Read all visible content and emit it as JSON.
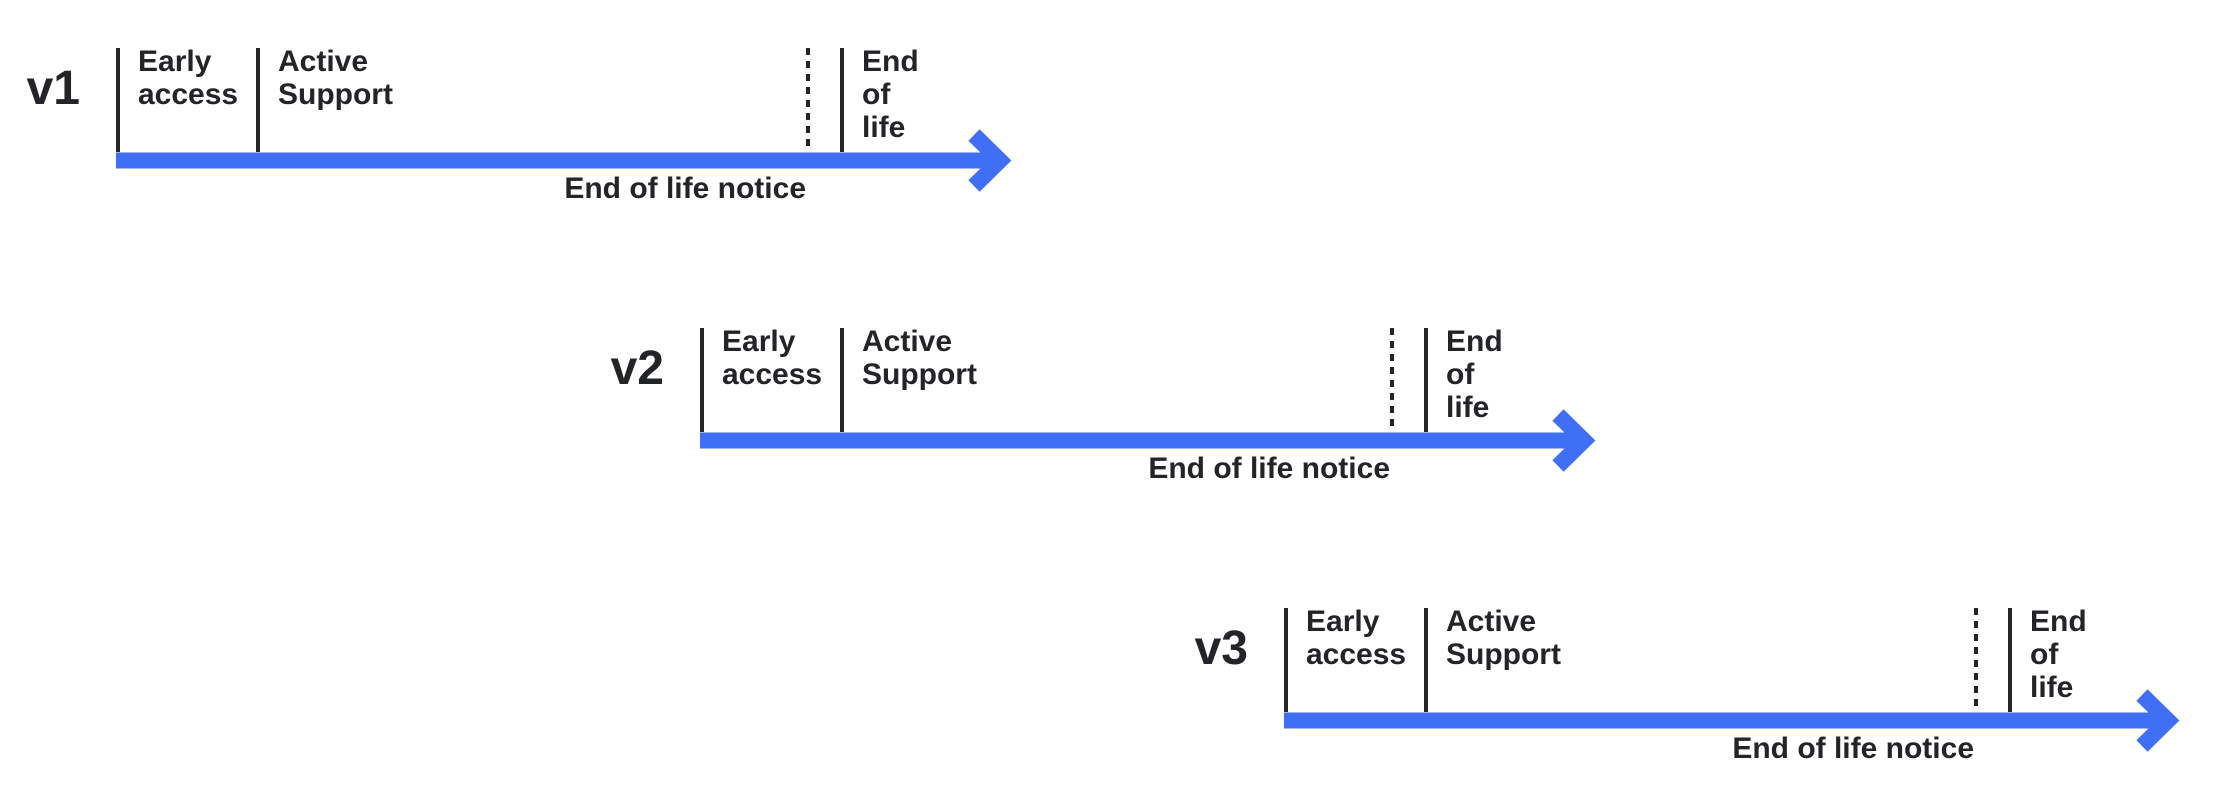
{
  "diagram": {
    "description": "Version release lifecycle timelines",
    "colors": {
      "accent": "#3E6FF4",
      "ink": "#232427"
    },
    "timelines": [
      {
        "version": "v1",
        "early_access_label": "Early\naccess",
        "active_support_label": "Active Support",
        "end_of_life_label": "End of life",
        "end_of_life_notice_label": "End of life notice"
      },
      {
        "version": "v2",
        "early_access_label": "Early\naccess",
        "active_support_label": "Active Support",
        "end_of_life_label": "End of life",
        "end_of_life_notice_label": "End of life notice"
      },
      {
        "version": "v3",
        "early_access_label": "Early\naccess",
        "active_support_label": "Active Support",
        "end_of_life_label": "End of life",
        "end_of_life_notice_label": "End of life notice"
      }
    ]
  }
}
